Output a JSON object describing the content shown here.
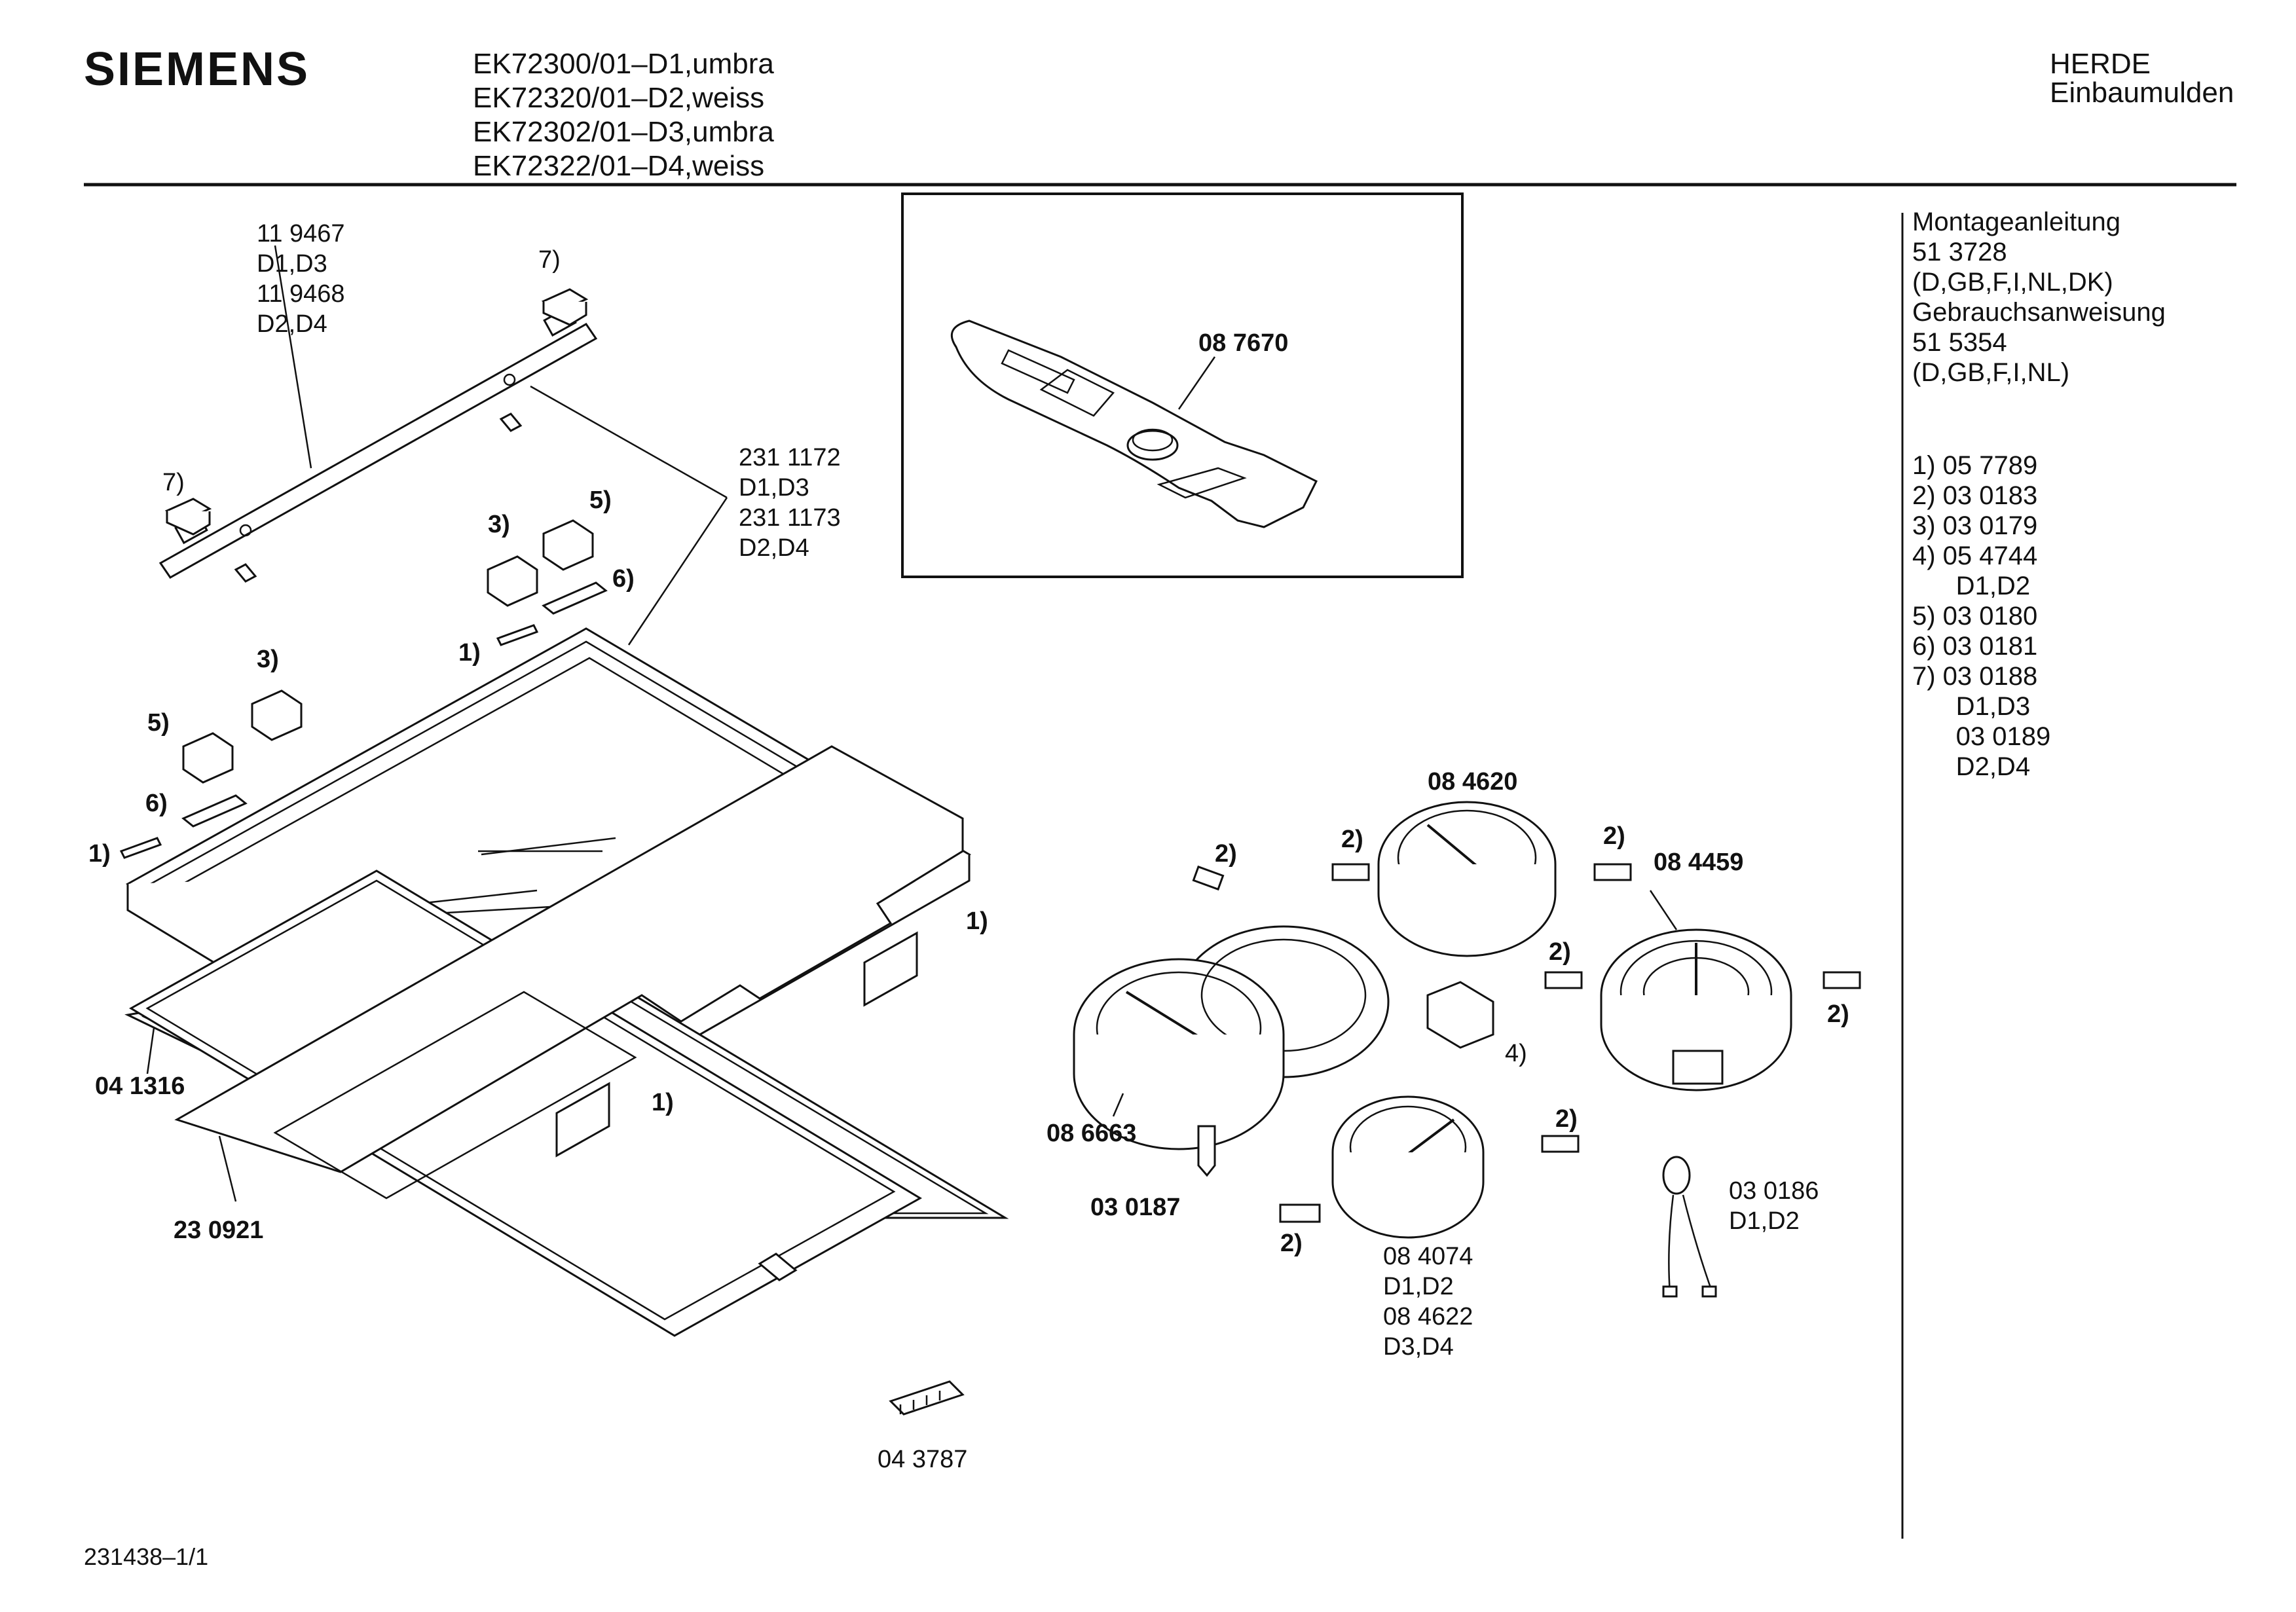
{
  "brand": "SIEMENS",
  "models": [
    "EK72300/01–D1,umbra",
    "EK72320/01–D2,weiss",
    "EK72302/01–D3,umbra",
    "EK72322/01–D4,weiss"
  ],
  "category": [
    "HERDE",
    "Einbaumulden"
  ],
  "docs": [
    "Montageanleitung",
    "51 3728",
    "(D,GB,F,I,NL,DK)",
    "Gebrauchsanweisung",
    "51 5354",
    "(D,GB,F,I,NL)"
  ],
  "legend": [
    "1)  05 7789",
    "2)  03 0183",
    "3)  03 0179",
    "4)  05 4744",
    "      D1,D2",
    "5)  03 0180",
    "6)  03 0181",
    "7)  03 0188",
    "      D1,D3",
    "      03 0189",
    "      D2,D4"
  ],
  "labels": {
    "trim_a": "11 9467",
    "trim_a_var": "D1,D3",
    "trim_b": "11 9468",
    "trim_b_var": "D2,D4",
    "frame_a": "231 1172",
    "frame_a_var": "D1,D3",
    "frame_b": "231 1173",
    "frame_b_var": "D2,D4",
    "scraper": "08 7670",
    "gasket": "04 1316",
    "base": "23 0921",
    "terminal": "04 3787",
    "dual_plate": "08 6663",
    "connector": "03 0187",
    "plate_top": "08 4620",
    "plate_right": "08 4459",
    "plate_small_a": "08 4074",
    "plate_small_a_var": "D1,D2",
    "plate_small_b": "08 4622",
    "plate_small_b_var": "D3,D4",
    "lamp": "03 0186",
    "lamp_var": "D1,D2",
    "c1": "1)",
    "c2": "2)",
    "c3": "3)",
    "c4": "4)",
    "c5": "5)",
    "c6": "6)",
    "c7": "7)"
  },
  "footer": "231438–1/1"
}
